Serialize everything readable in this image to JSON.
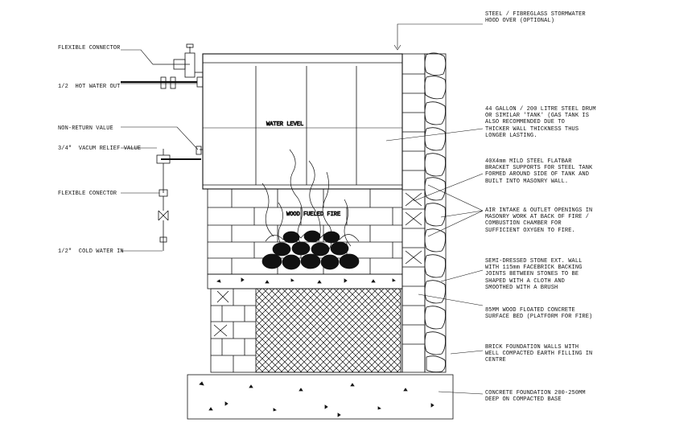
{
  "labels": {
    "hood": "STEEL / FIBREGLASS STORMWATER\nHOOD OVER (OPTIONAL)",
    "flex_connector_top": "FLEXIBLE CONNECTOR",
    "hot_water_out": "1/2  HOT WATER OUT",
    "non_return": "NON-RETURN VALUE",
    "vacuum_relief": "3/4\"  VACUM RELIEF VALUE",
    "flex_connector_bottom": "FLEXIBLE CONECTOR",
    "cold_water_in": "1/2\"  COLD WATER IN",
    "water_level": "WATER LEVEL",
    "wood_fire": "WOOD FUELED FIRE",
    "drum": "44 GALLON / 200 LITRE STEEL DRUM\nOR SIMILAR 'TANK' (GAS TANK IS\nALSO RECOMMENDED DUE TO\nTHICKER WALL THICKNESS THUS\nLONGER LASTING.",
    "flatbar": "40X4mm MILD STEEL FLATBAR\nBRACKET SUPPORTS FOR STEEL TANK\nFORMED AROUND SIDE OF TANK AND\nBUILT INTO MASONRY WALL.",
    "air_intake": "AIR INTAKE & OUTLET OPENINGS IN\nMASONRY WORK AT BACK OF FIRE /\nCOMBUSTION CHAMBER FOR\nSUFFICIENT OXYGEN TO FIRE.",
    "stone_wall": "SEMI-DRESSED STONE EXT. WALL\nWITH 115mm FACEBRICK BACKING\nJOINTS BETWEEN STONES TO BE\nSHAPED WITH A CLOTH AND\nSMOOTHED WITH A BRUSH",
    "concrete_bed": "85MM WOOD FLOATED CONCRETE\nSURFACE BED (PLATFORM FOR FIRE)",
    "brick_foundation": "BRICK FOUNDATION WALLS WITH\nWELL COMPACTED EARTH FILLING IN\nCENTRE",
    "concrete_foundation": "CONCRETE FOUNDATION 200-250MM\nDEEP ON COMPACTED BASE"
  },
  "colors": {
    "line": "#111111",
    "background": "#ffffff"
  }
}
